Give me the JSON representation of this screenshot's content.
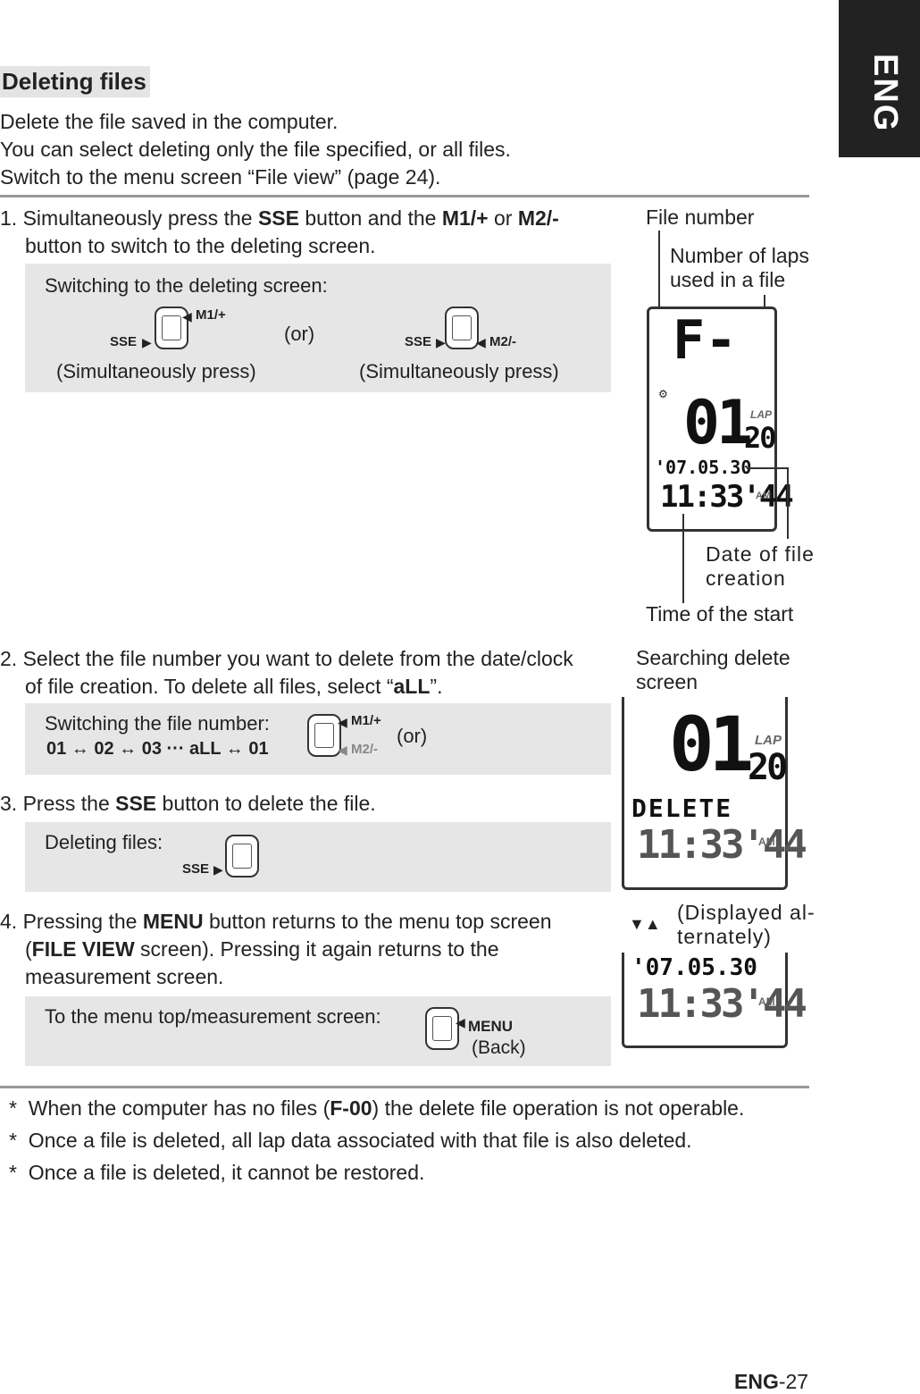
{
  "tab_label": "ENG",
  "section_title": "Deleting files",
  "intro": [
    "Delete the file saved in the computer.",
    "You can select deleting only the file specified, or all files.",
    "Switch to the menu screen “File view” (page 24)."
  ],
  "step1": {
    "num": "1.",
    "line1_a": "Simultaneously press the ",
    "line1_b": "SSE",
    "line1_c": " button and the ",
    "line1_d": "M1/+",
    "line1_e": " or ",
    "line1_f": "M2/-",
    "line2": "button to switch to the deleting screen.",
    "box_title": "Switching to the deleting screen:",
    "sse": "SSE",
    "m1": "M1/+",
    "m2": "M2/-",
    "or": "(or)",
    "simul_left": "(Simultaneously press)",
    "simul_right": "(Simultaneously press)"
  },
  "display1": {
    "file_number": "File number",
    "laps_line1": "Number of laps",
    "laps_line2": "used in a file",
    "date_line1": "Date of file",
    "date_line2": "creation",
    "time_start": "Time of the start",
    "lcd_top": "F-",
    "lcd_file": "01",
    "lcd_lap_label": "LAP",
    "lcd_laps": "20",
    "lcd_date": "'07.05.30",
    "lcd_time": "11:33'44",
    "lcd_am": "AM"
  },
  "step2": {
    "num": "2.",
    "line1": "Select the file number you want to delete from the date/clock",
    "line2_a": "of file creation. To delete all files, select “",
    "line2_b": "aLL",
    "line2_c": "”.",
    "box_title": "Switching the file number:",
    "sequence": "01 ↔ 02 ↔ 03 ··· aLL ↔ 01",
    "m1": "M1/+",
    "m2": "M2/-",
    "or": "(or)"
  },
  "display2": {
    "caption_line1": "Searching delete",
    "caption_line2": "screen",
    "lcd_file": "01",
    "lcd_lap_label": "LAP",
    "lcd_laps": "20",
    "lcd_delete": "DELETE",
    "lcd_time": "11:33'44",
    "lcd_am": "AM",
    "alt_line1": "(Displayed al-",
    "alt_line2": "ternately)",
    "lcd2_date": "'07.05.30",
    "lcd2_time": "11:33'44",
    "lcd2_am": "AM"
  },
  "step3": {
    "num": "3.",
    "text_a": "Press the ",
    "text_b": "SSE",
    "text_c": " button to delete the file.",
    "box_title": "Deleting files:",
    "sse": "SSE"
  },
  "step4": {
    "num": "4.",
    "line1_a": "Pressing the ",
    "line1_b": "MENU",
    "line1_c": " button returns to the menu top screen",
    "line2_a": "(",
    "line2_b": "FILE VIEW",
    "line2_c": " screen). Pressing it again  returns to the",
    "line3": "measurement screen.",
    "box_title": "To the menu top/measurement screen:",
    "menu": "MENU",
    "back": "(Back)"
  },
  "notes": [
    {
      "a": "When the computer has no files (",
      "b": "F-00",
      "c": ") the delete file operation is not operable."
    },
    {
      "a": "Once a file is deleted, all lap data associated with that file is also deleted.",
      "b": "",
      "c": ""
    },
    {
      "a": "Once a file is deleted, it cannot be restored.",
      "b": "",
      "c": ""
    }
  ],
  "page_prefix": "ENG",
  "page_num": "-27"
}
